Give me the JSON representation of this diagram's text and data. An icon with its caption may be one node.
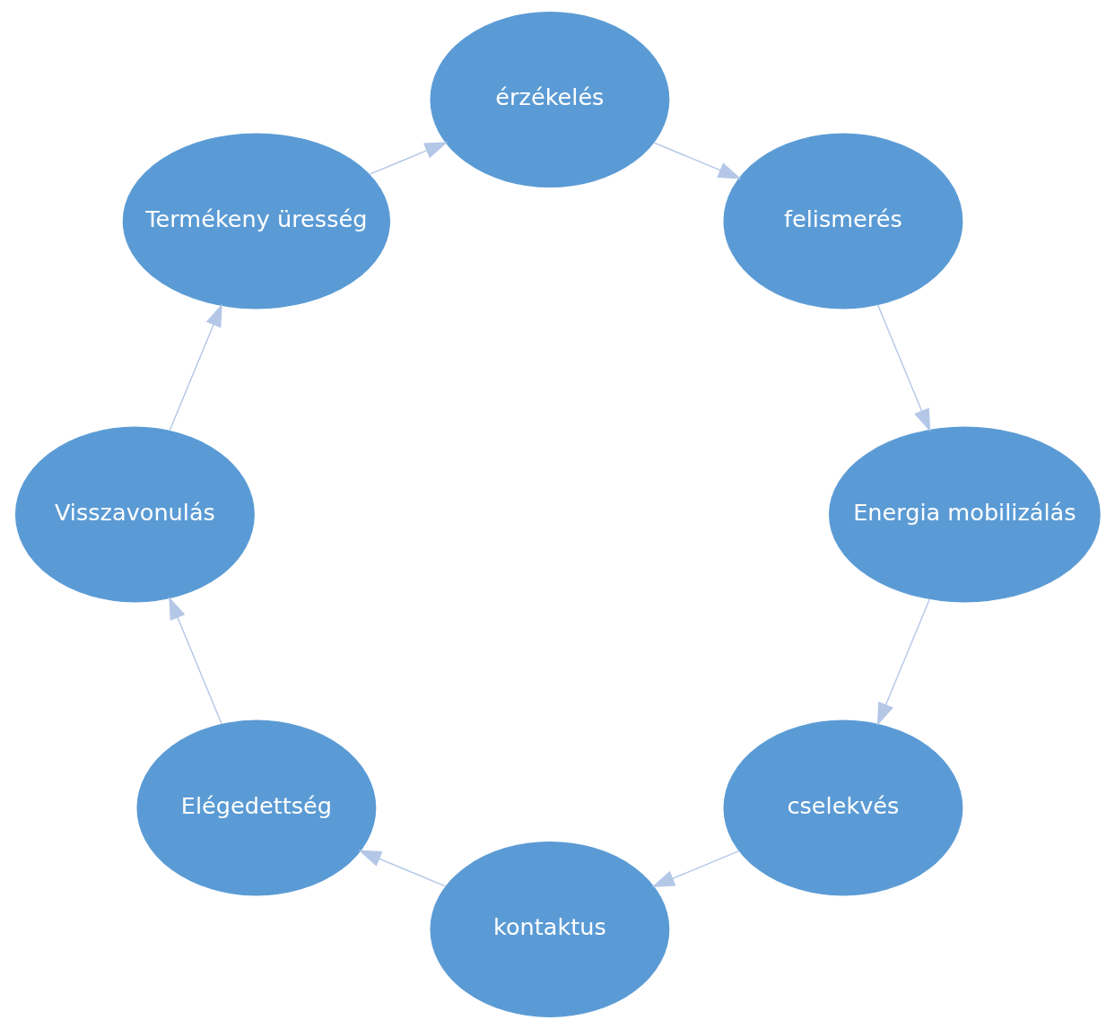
{
  "diagram": {
    "nodes": [
      {
        "text": [
          "cselekvés"
        ]
      },
      {
        "text": [
          "kontaktus"
        ]
      },
      {
        "text": [
          "Elégedettség"
        ]
      },
      {
        "text": [
          "Visszavonulás"
        ]
      },
      {
        "text": [
          "Termékeny üresség"
        ]
      },
      {
        "text": [
          "érzékelés"
        ]
      },
      {
        "text": [
          "felismerés"
        ]
      },
      {
        "text": [
          "Energia mobilizálás"
        ]
      }
    ],
    "edges": [
      {
        "from": 0,
        "to": 1,
        "arrow": "to"
      },
      {
        "from": 1,
        "to": 2,
        "arrow": "to"
      },
      {
        "from": 2,
        "to": 3,
        "arrow": "to"
      },
      {
        "from": 3,
        "to": 4,
        "arrow": "to"
      },
      {
        "from": 4,
        "to": 5,
        "arrow": "to"
      },
      {
        "from": 5,
        "to": 6,
        "arrow": "to"
      },
      {
        "from": 6,
        "to": 7,
        "arrow": "to"
      },
      {
        "from": 7,
        "to": 0,
        "arrow": "to"
      }
    ]
  }
}
